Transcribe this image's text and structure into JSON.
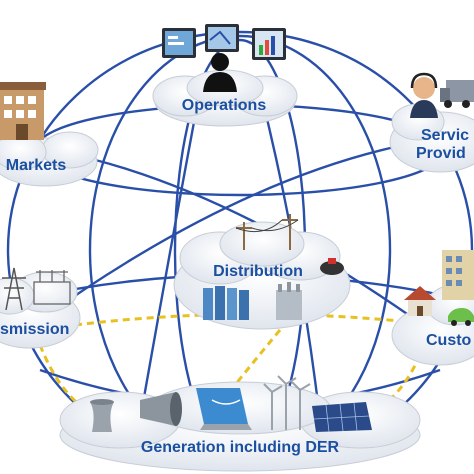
{
  "nodes": {
    "operations": {
      "label": "Operations"
    },
    "markets": {
      "label": "Markets"
    },
    "service_provider": {
      "label_line1": "Servic",
      "label_line2": "Provid"
    },
    "distribution": {
      "label": "Distribution"
    },
    "transmission": {
      "label": "smission"
    },
    "customer": {
      "label": "Custo"
    },
    "generation": {
      "label": "Generation including DER"
    }
  },
  "colors": {
    "network_line": "#2a4fa8",
    "dashed_link": "#e8c020",
    "label_text": "#1b4fa0",
    "cloud_fill": "#eef1f6"
  },
  "icons": {
    "operations": [
      "monitor-icon",
      "operator-icon"
    ],
    "markets": [
      "building-icon"
    ],
    "service_provider": [
      "call-agent-icon",
      "service-truck-icon"
    ],
    "distribution": [
      "power-line-icon",
      "substation-icon",
      "transformer-icon",
      "recloser-icon"
    ],
    "transmission": [
      "transmission-tower-icon",
      "substation-icon"
    ],
    "customer": [
      "house-icon",
      "apartment-icon",
      "electric-car-icon"
    ],
    "generation": [
      "nuclear-plant-icon",
      "turbine-icon",
      "dam-icon",
      "wind-turbine-icon",
      "solar-panel-icon"
    ]
  }
}
